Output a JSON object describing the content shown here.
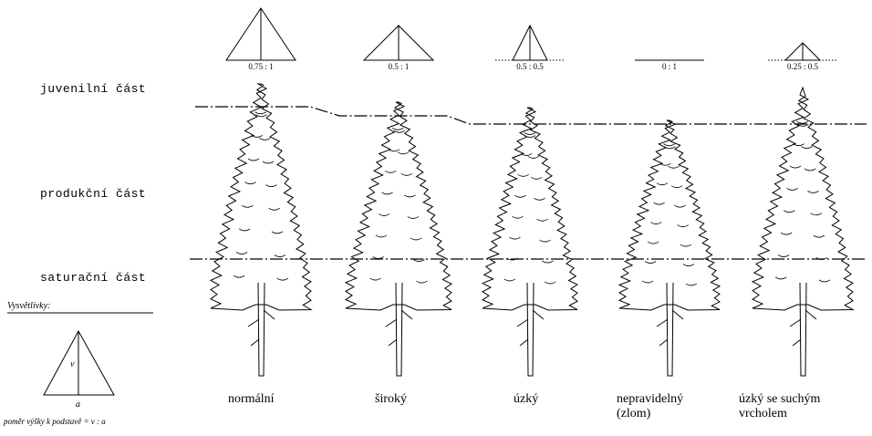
{
  "zones": {
    "juvenile": "juvenilní část",
    "productive": "produkční část",
    "saturation": "saturační část"
  },
  "trees": [
    {
      "label": "normální",
      "ratio": "0.75 : 1",
      "v": 0.75,
      "a": 1
    },
    {
      "label": "široký",
      "ratio": "0.5 : 1",
      "v": 0.5,
      "a": 1
    },
    {
      "label": "úzký",
      "ratio": "0.5 : 0.5",
      "v": 0.5,
      "a": 0.5
    },
    {
      "label": "nepravidelný\n(zlom)",
      "ratio": "0 : 1",
      "v": 0,
      "a": 1
    },
    {
      "label": "úzký se suchým\nvrcholem",
      "ratio": "0.25 : 0.5",
      "v": 0.25,
      "a": 0.5
    }
  ],
  "legend": {
    "title": "Vysvětlivky:",
    "v_symbol": "v",
    "a_symbol": "a",
    "caption": "poměr výšky k podstavě = v : a"
  }
}
